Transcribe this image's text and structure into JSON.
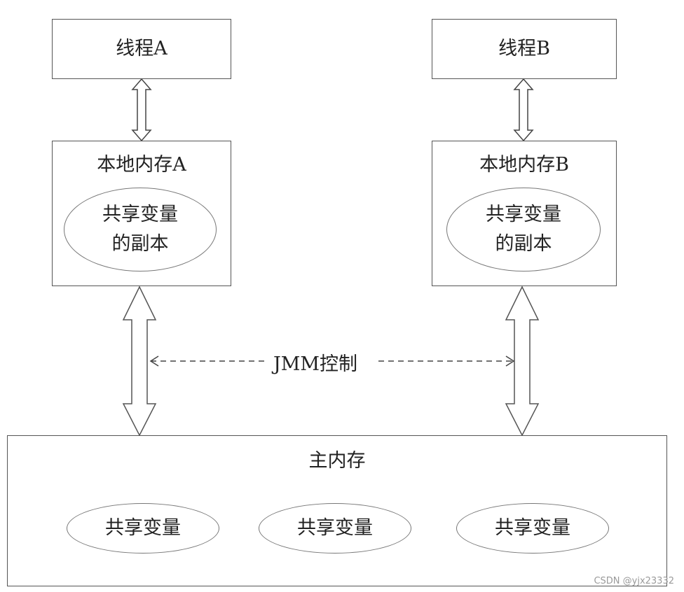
{
  "thread_a": {
    "label": "线程A"
  },
  "thread_b": {
    "label": "线程B"
  },
  "local_memory_a": {
    "label": "本地内存A",
    "copy_line1": "共享变量",
    "copy_line2": "的副本"
  },
  "local_memory_b": {
    "label": "本地内存B",
    "copy_line1": "共享变量",
    "copy_line2": "的副本"
  },
  "jmm_control": {
    "label": "JMM控制"
  },
  "main_memory": {
    "label": "主内存",
    "shared_vars": [
      "共享变量",
      "共享变量",
      "共享变量"
    ]
  },
  "watermark": "CSDN @yjx23332"
}
